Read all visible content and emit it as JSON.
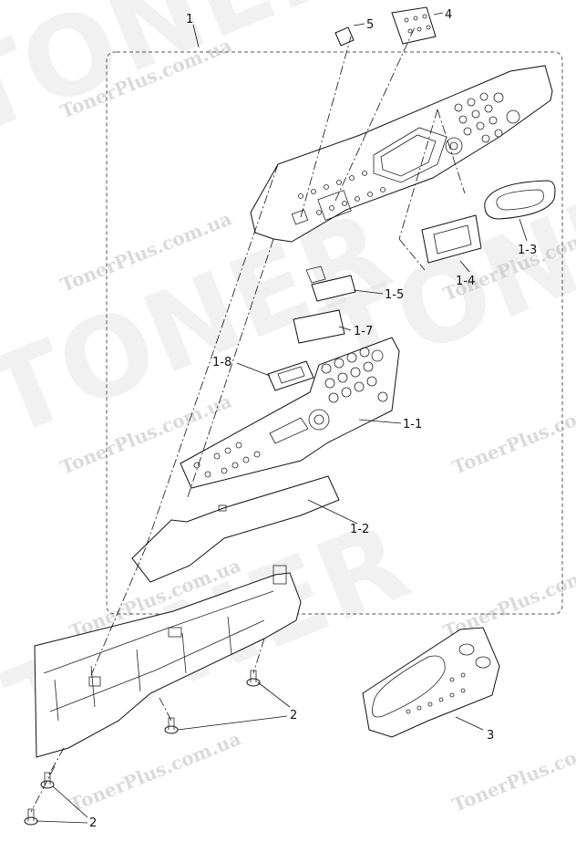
{
  "watermark": {
    "brand": "TONER",
    "site": "TonerPlus.com.ua"
  },
  "callouts": {
    "c1": "1",
    "c4": "4",
    "c5": "5",
    "c1_3": "1-3",
    "c1_4": "1-4",
    "c1_5": "1-5",
    "c1_7": "1-7",
    "c1_8": "1-8",
    "c1_1": "1-1",
    "c1_2": "1-2",
    "c2a": "2",
    "c2b": "2",
    "c3": "3"
  }
}
